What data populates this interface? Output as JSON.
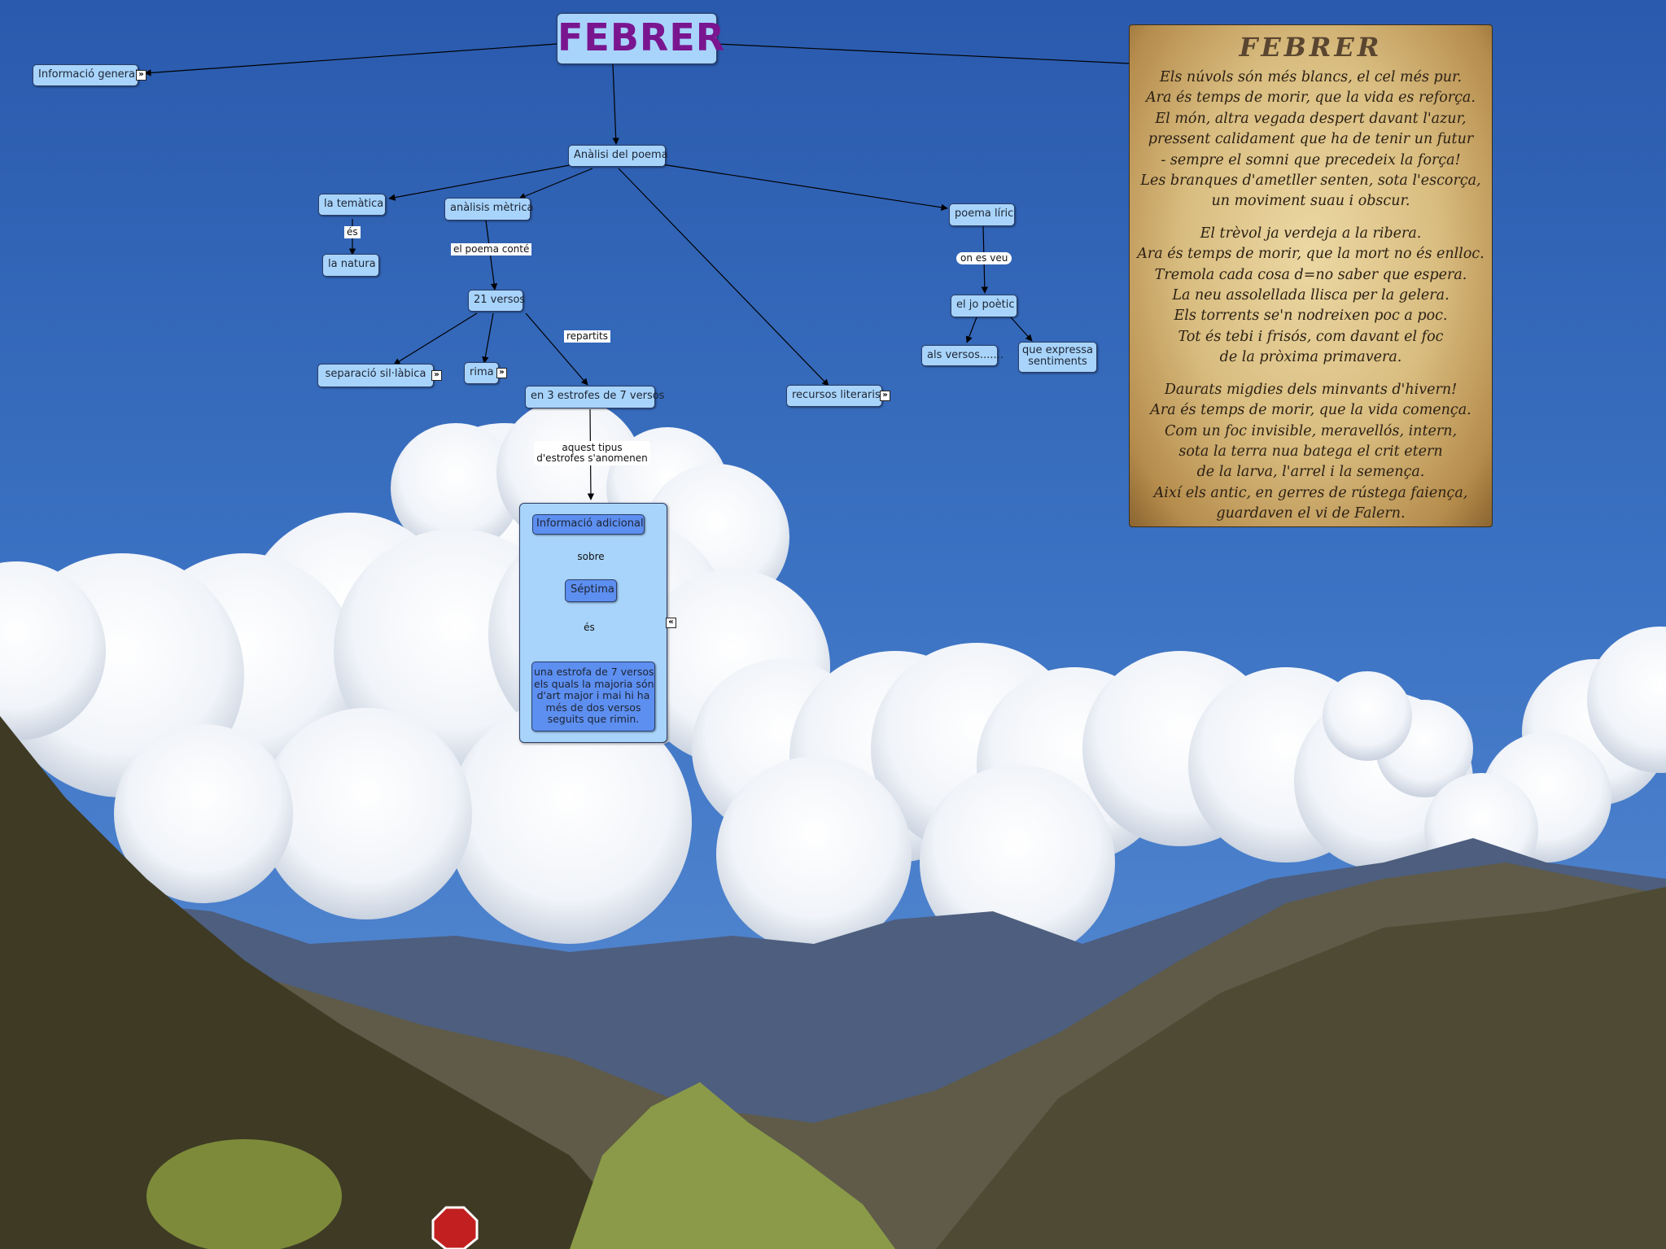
{
  "title": "FEBRER",
  "nodes": {
    "info_general": "Informació general",
    "analisi_poema": "Anàlisi del poema",
    "tematica": "la temàtica",
    "natura": "la natura",
    "analisis_metrica": "anàlisis mètrica",
    "versos21": "21 versos",
    "separacio": "separació sil·làbica",
    "rima": "rima",
    "estrofes": "en 3 estrofes de 7 versos",
    "recursos": "recursos literaris",
    "poema_liric": "poema líric",
    "jo_poetic": "el jo poètic",
    "als_versos": "als versos.......",
    "expressa": [
      "que expressa",
      "sentiments"
    ],
    "info_adicional": "Informació adicional",
    "septima": "Séptima",
    "definicio": [
      "una estrofa de 7 versos",
      "els quals la majoria són",
      "d'art major i mai hi ha",
      "més de dos versos",
      "seguits que rimin."
    ]
  },
  "labels": {
    "es1": "és",
    "poema_conte": "el poema conté",
    "repartits": "repartits",
    "on_es_veu": "on es veu",
    "aquest_tipus": [
      "aquest tipus",
      "d'estrofes s'anomenen"
    ],
    "sobre": "sobre",
    "es2": "és"
  },
  "icons": {
    "expand": "expand-icon",
    "collapse": "collapse-icon"
  },
  "poem": {
    "title": "FEBRER",
    "stanzas": [
      [
        "Els núvols són més blancs, el cel més pur.",
        "Ara és temps de morir, que la vida es reforça.",
        "El món, altra vegada despert davant l'azur,",
        "pressent calidament que ha de tenir un futur",
        "- sempre el somni que precedeix la força!",
        "Les branques d'ametller senten, sota l'escorça,",
        "un moviment suau i obscur."
      ],
      [
        "El trèvol ja verdeja a la ribera.",
        "Ara és temps de morir, que la mort no és enlloc.",
        "Tremola cada cosa d=no saber que espera.",
        "La neu assolellada llisca per la gelera.",
        "Els torrents se'n nodreixen poc a poc.",
        "Tot és tebi i frisós, com davant el foc",
        "de la pròxima primavera."
      ],
      [
        "Daurats migdies dels minvants d'hivern!",
        "Ara és temps de morir, que la vida comença.",
        "Com un foc invisible, meravellós, intern,",
        "sota la terra nua batega el crit etern",
        "de la larva, l'arrel i la semença.",
        "Així els antic, en gerres de rústega faiença,",
        "guardaven el vi de Falern."
      ]
    ]
  },
  "colors": {
    "node_fill": "#a8d4fb",
    "node_dark": "#5d8ff0",
    "node_border": "#2c3f6a",
    "title_text": "#7a1590",
    "sky": "#3467b8",
    "parchment": "#d9bd80"
  }
}
